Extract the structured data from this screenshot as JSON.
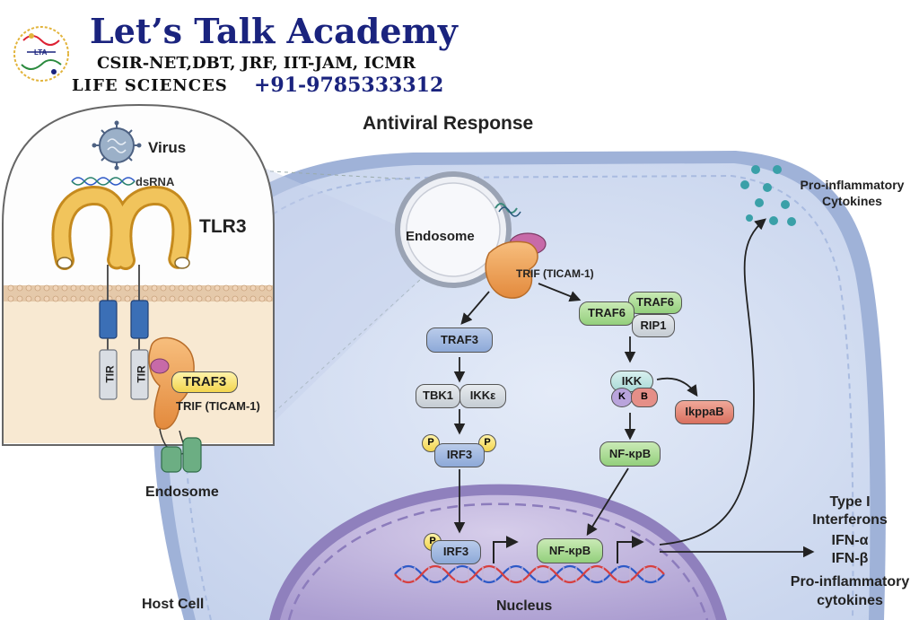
{
  "branding": {
    "academy_name": "Let’s Talk Academy",
    "exams_line": "CSIR-NET,DBT, JRF, IIT-JAM, ICMR",
    "subject": "LIFE SCIENCES",
    "phone": "+91-9785333312",
    "logo_text": "LTA"
  },
  "diagram": {
    "title": "Antiviral Response",
    "inset": {
      "virus": "Virus",
      "dsrna": "dsRNA",
      "receptor": "TLR3",
      "tir_left": "TIR",
      "tir_right": "TIR",
      "traf3": "TRAF3",
      "trif": "TRIF (TICAM-1)",
      "endosome": "Endosome"
    },
    "cell": {
      "endosome": "Endosome",
      "trif": "TRIF (TICAM-1)",
      "traf3": "TRAF3",
      "tbk1": "TBK1",
      "ikke": "IKKε",
      "p_left": "P",
      "p_right": "P",
      "irf3": "IRF3",
      "traf6_top": "TRAF6",
      "traf6_left": "TRAF6",
      "rip1": "RIP1",
      "ikk": "IKK",
      "ikk_k": "K",
      "ikk_b": "B",
      "ikb": "IkppaB",
      "nfkb": "NF-κpB",
      "nucleus_p": "P",
      "nucleus_irf3": "IRF3",
      "nucleus_nfkb": "NF-κpB",
      "nucleus": "Nucleus",
      "host_cell": "Host Cell"
    },
    "outputs": {
      "cytokines_top_line1": "Pro-inflammatory",
      "cytokines_top_line2": "Cytokines",
      "type1_line1": "Type I",
      "type1_line2": "Interferons",
      "ifn_a": "IFN-α",
      "ifn_b": "IFN-β",
      "cytokines_bottom_line1": "Pro-inflammatory",
      "cytokines_bottom_line2": "cytokines"
    }
  },
  "colors": {
    "brand_blue": "#1a237e",
    "cell_fill": "#cfd9ee",
    "nucleus_fill": "#c3b8dc",
    "receptor_orange": "#e1a23b",
    "trif_orange": "#f0a45c",
    "membrane_pink": "#e6c9a8",
    "cytokine_teal": "#3aa0a8"
  }
}
